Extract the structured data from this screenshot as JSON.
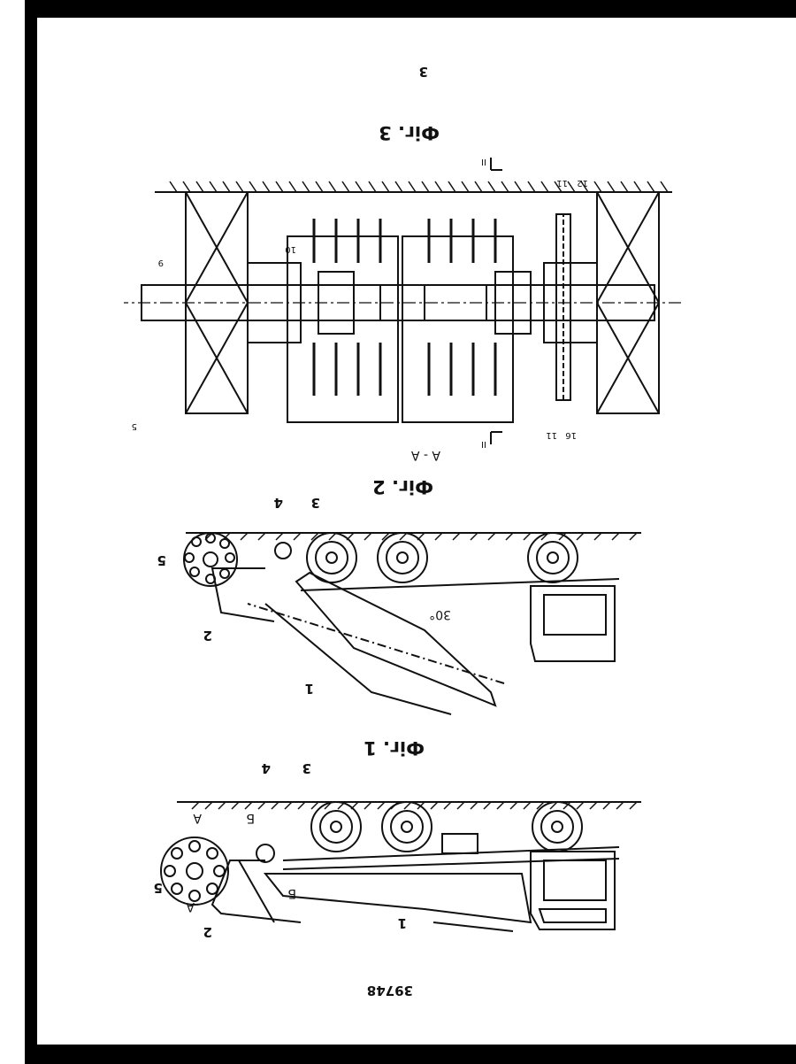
{
  "page": {
    "patent_number": "39748",
    "page_number": "3"
  },
  "figures": [
    {
      "caption": "Фіг. 1",
      "labels": [
        "1",
        "2",
        "3",
        "4",
        "5",
        "А",
        "А",
        "Б",
        "Б"
      ]
    },
    {
      "caption": "Фіг. 2",
      "labels": [
        "1",
        "2",
        "3",
        "4",
        "5"
      ],
      "angle": "30°"
    },
    {
      "caption": "Фіг. 3",
      "section": "А - А",
      "labels": [
        "5",
        "9",
        "10",
        "11",
        "11",
        "12",
        "16"
      ],
      "section_marks": [
        "ІІ",
        "ІІ"
      ]
    }
  ]
}
